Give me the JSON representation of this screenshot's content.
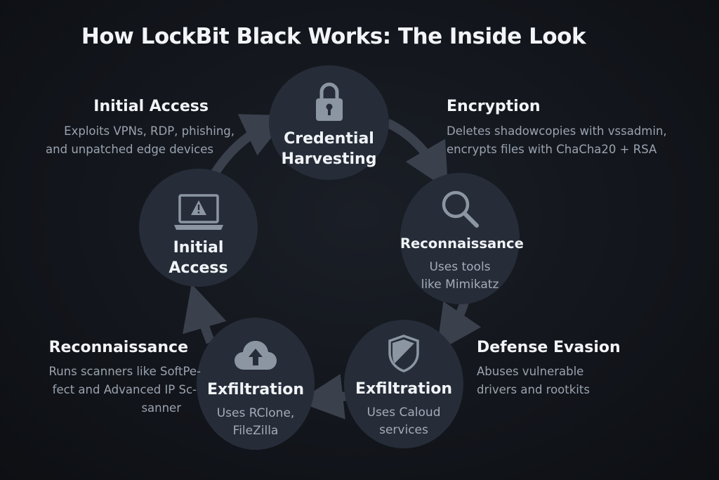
{
  "title": "How LockBit Black Works: The Inside Look",
  "nodes": {
    "credential": {
      "label_line1": "Credential",
      "label_line2": "Harvesting",
      "icon": "padlock-icon"
    },
    "access": {
      "label_line1": "Initial",
      "label_line2": "Access",
      "icon": "laptop-warning-icon"
    },
    "recon": {
      "label": "Reconnaissance",
      "sub_line1": "Uses tools",
      "sub_line2": "like Mimikatz",
      "icon": "magnifier-icon"
    },
    "exfil_left": {
      "label": "Exfiltration",
      "sub_line1": "Uses RClone,",
      "sub_line2": "FileZilla",
      "icon": "cloud-upload-icon"
    },
    "exfil_right": {
      "label": "Exfiltration",
      "sub_line1": "Uses Caloud",
      "sub_line2": "services",
      "icon": "shield-icon"
    }
  },
  "annotations": {
    "initial_access": {
      "title": "Initial Access",
      "line1": "Exploits VPNs, RDP, phishing,",
      "line2": "and unpatched edge devices"
    },
    "encryption": {
      "title": "Encryption",
      "line1": "Deletes shadowcopies with vssadmin,",
      "line2": "encrypts files with ChaCha20 + RSA"
    },
    "defense_evasion": {
      "title": "Defense Evasion",
      "line1": "Abuses vulnerable",
      "line2": "drivers and rootkits"
    },
    "reconnaissance": {
      "title": "Reconnaissance",
      "line1": "Runs scanners like SoftPe-",
      "line2": "fect and Advanced IP Sc-",
      "line3": "sanner"
    }
  },
  "colors": {
    "background": "#12151b",
    "node_fill": "#262d39",
    "arrow": "#3a414c",
    "icon": "#8c96a3",
    "text_primary": "#f2f4f7",
    "text_secondary": "#9aa3af"
  }
}
